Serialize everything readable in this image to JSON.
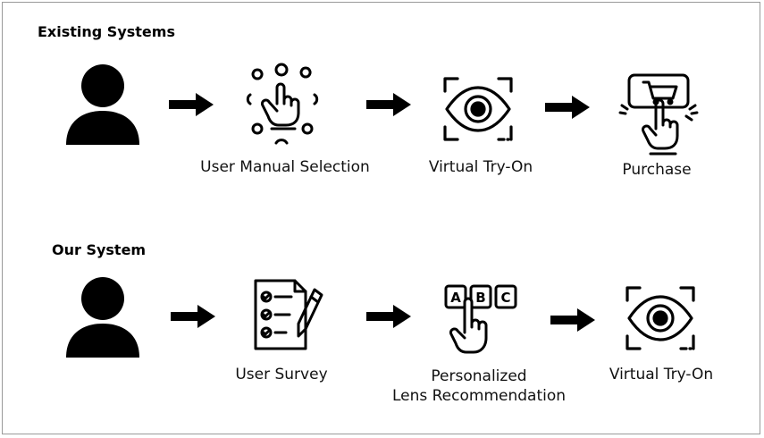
{
  "existing": {
    "heading": "Existing Systems",
    "steps": [
      {
        "label": "User Manual Selection",
        "icon": "hand-selection-icon"
      },
      {
        "label": "Virtual Try-On",
        "icon": "eye-scan-icon"
      },
      {
        "label": "Purchase",
        "icon": "cart-click-icon"
      }
    ]
  },
  "ours": {
    "heading": "Our System",
    "steps": [
      {
        "label": "User Survey",
        "icon": "checklist-icon"
      },
      {
        "label_line1": "Personalized",
        "label_line2": "Lens Recommendation",
        "icon": "abc-choice-icon"
      },
      {
        "label": "Virtual Try-On",
        "icon": "eye-scan-icon"
      }
    ]
  }
}
